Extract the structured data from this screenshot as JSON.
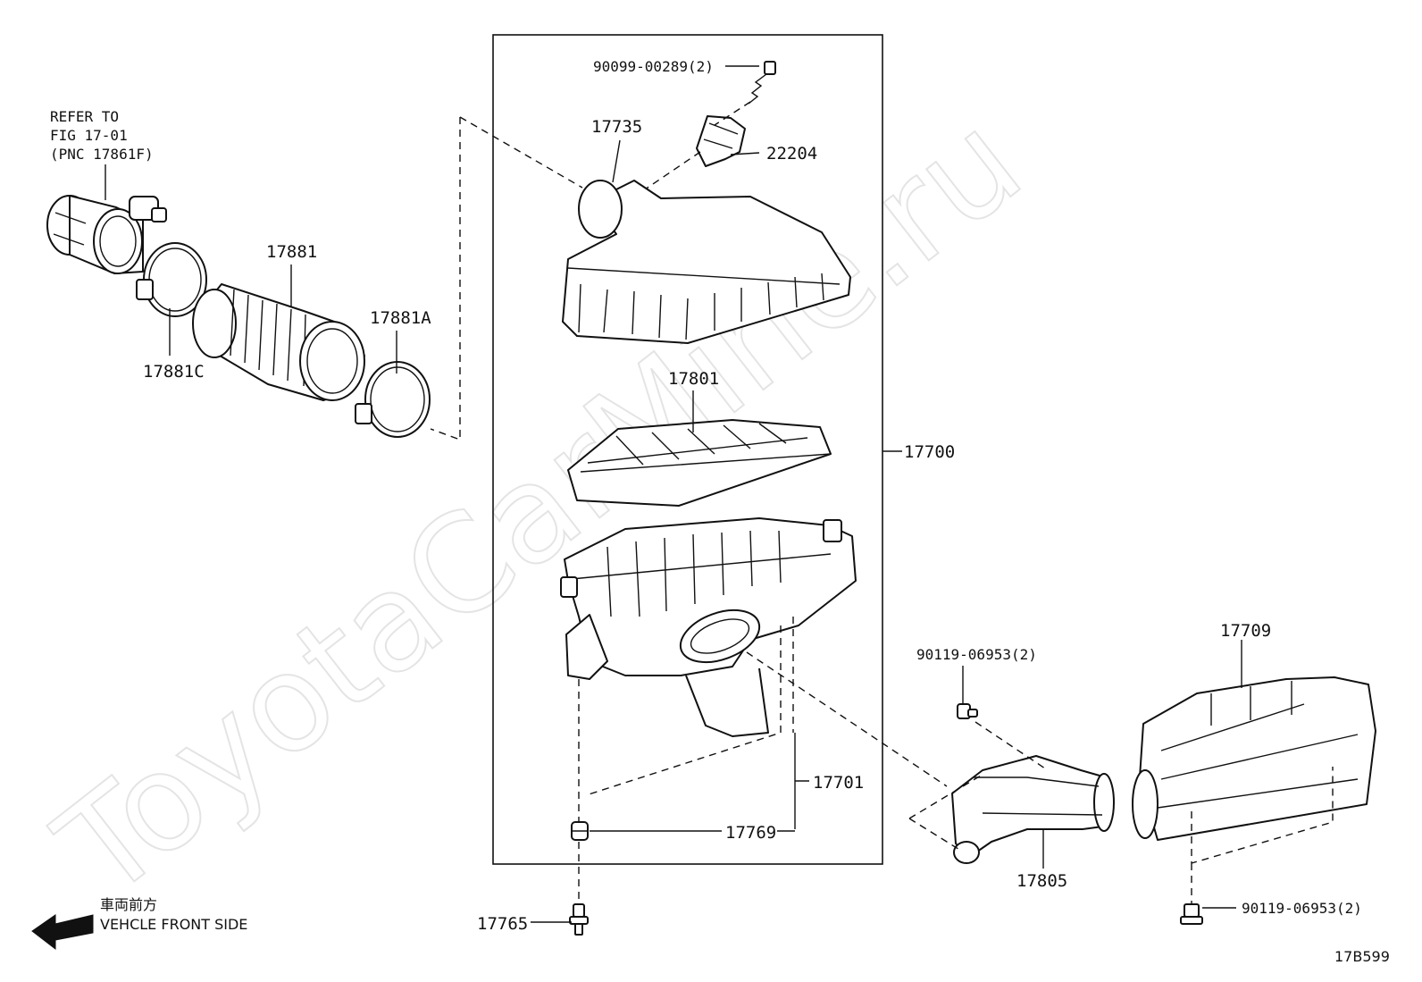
{
  "watermark": "ToyotaCarMine.ru",
  "reference_note": {
    "line1": "REFER TO",
    "line2": "FIG 17-01",
    "line3": "(PNC 17861F)"
  },
  "part_labels": {
    "p90099_00289": "90099-00289(2)",
    "p17735": "17735",
    "p22204": "22204",
    "p17881": "17881",
    "p17881A": "17881A",
    "p17881C": "17881C",
    "p17801": "17801",
    "p17700": "17700",
    "p17701": "17701",
    "p17769": "17769",
    "p17765": "17765",
    "p17709": "17709",
    "p90119_06953_top": "90119-06953(2)",
    "p17805": "17805",
    "p90119_06953_bottom": "90119-06953(2)"
  },
  "front_indicator": {
    "japanese": "車両前方",
    "english": "VEHCLE FRONT SIDE"
  },
  "figure_code": "17B599"
}
